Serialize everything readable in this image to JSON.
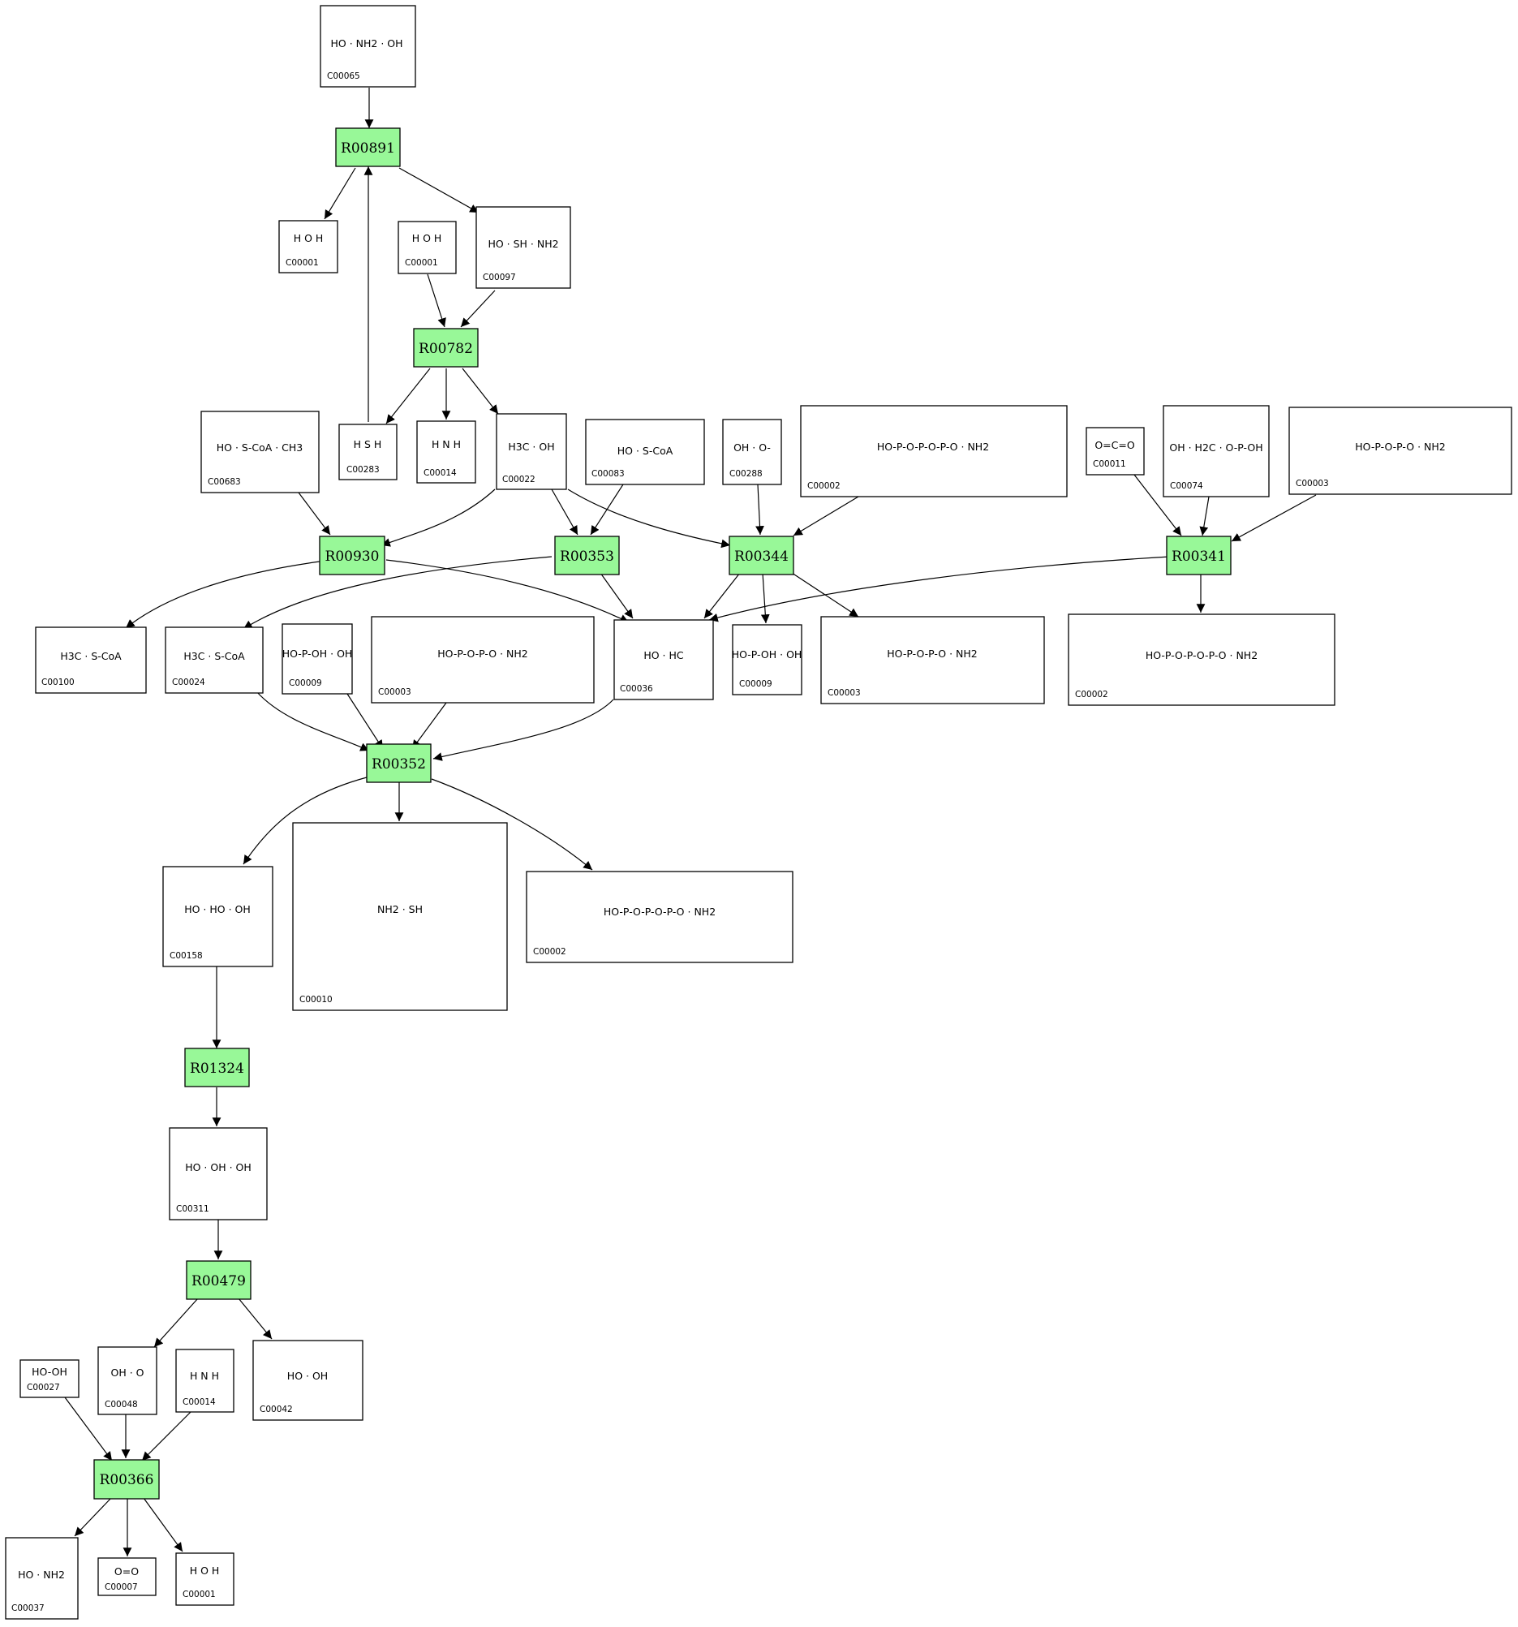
{
  "colors": {
    "reaction_fill": "#98f898",
    "compound_fill": "#ffffff",
    "stroke": "#000000"
  },
  "reactions": {
    "R00891": "R00891",
    "R00782": "R00782",
    "R00930": "R00930",
    "R00353": "R00353",
    "R00344": "R00344",
    "R00341": "R00341",
    "R00352": "R00352",
    "R01324": "R01324",
    "R00479": "R00479",
    "R00366": "R00366"
  },
  "compounds": {
    "c065": {
      "id": "C00065",
      "formula": "HO · NH2 · OH"
    },
    "c001a": {
      "id": "C00001",
      "formula": "H O H"
    },
    "c001b": {
      "id": "C00001",
      "formula": "H O H"
    },
    "c097": {
      "id": "C00097",
      "formula": "HO · SH · NH2"
    },
    "c683": {
      "id": "C00683",
      "formula": "HO · S-CoA · CH3"
    },
    "c283": {
      "id": "C00283",
      "formula": "H S H"
    },
    "c014a": {
      "id": "C00014",
      "formula": "H N H"
    },
    "c022": {
      "id": "C00022",
      "formula": "H3C · OH"
    },
    "c083": {
      "id": "C00083",
      "formula": "HO · S-CoA"
    },
    "c288": {
      "id": "C00288",
      "formula": "OH · O-"
    },
    "c002a": {
      "id": "C00002",
      "formula": "HO-P-O-P-O-P-O · NH2"
    },
    "c011": {
      "id": "C00011",
      "formula": "O=C=O"
    },
    "c074": {
      "id": "C00074",
      "formula": "OH · H2C · O-P-OH"
    },
    "c003a": {
      "id": "C00003",
      "formula": "HO-P-O-P-O · NH2"
    },
    "c100": {
      "id": "C00100",
      "formula": "H3C · S-CoA"
    },
    "c024": {
      "id": "C00024",
      "formula": "H3C · S-CoA"
    },
    "c009a": {
      "id": "C00009",
      "formula": "HO-P-OH · OH"
    },
    "c003b": {
      "id": "C00003",
      "formula": "HO-P-O-P-O · NH2"
    },
    "c036": {
      "id": "C00036",
      "formula": "HO · HC"
    },
    "c009b": {
      "id": "C00009",
      "formula": "HO-P-OH · OH"
    },
    "c003c": {
      "id": "C00003",
      "formula": "HO-P-O-P-O · NH2"
    },
    "c002b": {
      "id": "C00002",
      "formula": "HO-P-O-P-O-P-O · NH2"
    },
    "c158": {
      "id": "C00158",
      "formula": "HO · HO · OH"
    },
    "c010": {
      "id": "C00010",
      "formula": "NH2 · SH"
    },
    "c002c": {
      "id": "C00002",
      "formula": "HO-P-O-P-O-P-O · NH2"
    },
    "c311": {
      "id": "C00311",
      "formula": "HO · OH · OH"
    },
    "c027": {
      "id": "C00027",
      "formula": "HO-OH"
    },
    "c048": {
      "id": "C00048",
      "formula": "OH · O"
    },
    "c014b": {
      "id": "C00014",
      "formula": "H N H"
    },
    "c042": {
      "id": "C00042",
      "formula": "HO · OH"
    },
    "c037": {
      "id": "C00037",
      "formula": "HO · NH2"
    },
    "c007": {
      "id": "C00007",
      "formula": "O=O"
    },
    "c001c": {
      "id": "C00001",
      "formula": "H O H"
    }
  }
}
